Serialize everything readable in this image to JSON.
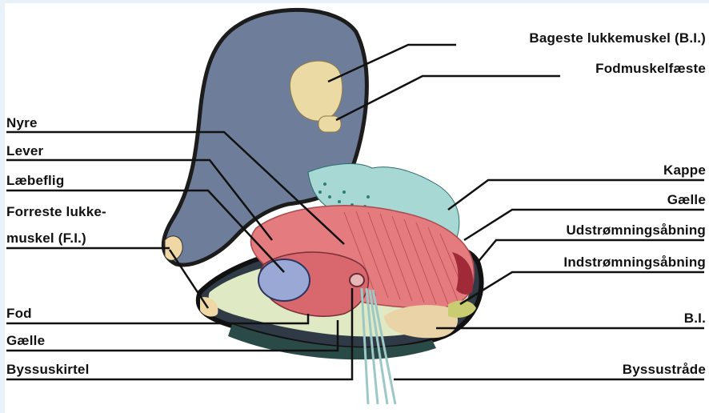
{
  "labels": {
    "bageste_lukkemuskel": "Bageste lukkemuskel (B.I.)",
    "fodmuskelfaeste": "Fodmuskelfæste",
    "nyre": "Nyre",
    "lever": "Lever",
    "laebeflig": "Læbeflig",
    "forreste_line1": "Forreste lukke-",
    "forreste_line2": "muskel (F.I.)",
    "fod": "Fod",
    "gaelle_left": "Gælle",
    "byssuskirtel": "Byssuskirtel",
    "kappe": "Kappe",
    "gaelle_right": "Gælle",
    "udstromningsabning": "Udstrømningsåbning",
    "indstromningsabning": "Indstrømningsåbning",
    "bi": "B.I.",
    "byssustraade": "Byssustråde"
  }
}
